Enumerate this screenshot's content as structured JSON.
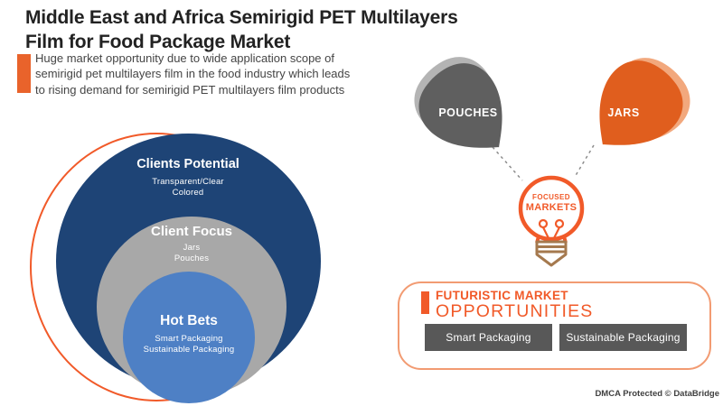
{
  "header": {
    "title_line1": "Middle East and Africa Semirigid PET Multilayers",
    "title_line2": "Film for Food Package Market",
    "intro_line1": "Huge market opportunity due to wide application scope of",
    "intro_line2": "semirigid pet multilayers film in the food industry which leads",
    "intro_line3": "to rising demand for semirigid PET multilayers film products",
    "accent_bar_color": "#e9632b"
  },
  "venn": {
    "outer": {
      "label": "Clients Potential",
      "item1": "Transparent/Clear",
      "item2": "Colored",
      "color": "#1e4476"
    },
    "middle": {
      "label": "Client Focus",
      "item1": "Jars",
      "item2": "Pouches",
      "color": "#a8a8a8"
    },
    "inner": {
      "label": "Hot Bets",
      "item1": "Smart Packaging",
      "item2": "Sustainable Packaging",
      "color": "#4e80c5"
    },
    "outline_color": "#f15a29"
  },
  "markets": {
    "left_shape": {
      "label": "POUCHES",
      "color": "#5f5f5f",
      "shadow_color": "#b4b4b4"
    },
    "right_shape": {
      "label": "JARS",
      "color": "#e05e1e",
      "shadow_color": "#f2a87d"
    },
    "bulb": {
      "word1": "FOCUSED",
      "word2": "MARKETS",
      "outline_color": "#f15a29",
      "base_color": "#a5794e"
    }
  },
  "futuristic": {
    "heading_line1": "FUTURISTIC MARKET",
    "heading_line2": "OPPORTUNITIES",
    "button1": "Smart Packaging",
    "button2": "Sustainable Packaging",
    "accent_color": "#f15a29",
    "border_color": "#f29b72",
    "button_color": "#585858"
  },
  "footer": {
    "dmca": "DMCA Protected © DataBridge"
  }
}
